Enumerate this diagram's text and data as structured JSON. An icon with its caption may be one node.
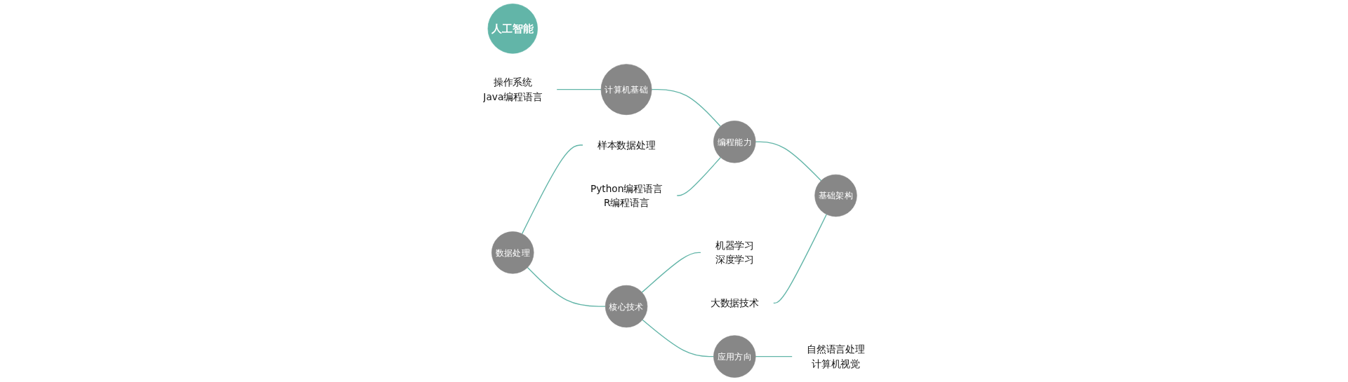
{
  "diagram": {
    "nodes": [
      {
        "text": [
          "人工智能"
        ]
      },
      {
        "text": [
          "计算机基础"
        ]
      },
      {
        "text": [
          "编程能力"
        ]
      },
      {
        "text": [
          "基础架构"
        ]
      },
      {
        "text": [
          "数据处理"
        ]
      },
      {
        "text": [
          "核心技术"
        ]
      },
      {
        "text": [
          "应用方向"
        ]
      },
      {
        "text": [
          "操作系统",
          "Java编程语言"
        ]
      },
      {
        "text": [
          "Python编程语言",
          "R编程语言"
        ]
      },
      {
        "text": [
          "大数据技术"
        ]
      },
      {
        "text": [
          "样本数据处理"
        ]
      },
      {
        "text": [
          "机器学习",
          "深度学习"
        ]
      },
      {
        "text": [
          "自然语言处理",
          "计算机视觉"
        ]
      }
    ],
    "edges": [
      {
        "from": 1,
        "to": 2,
        "arrow": "none"
      },
      {
        "from": 2,
        "to": 3,
        "arrow": "none"
      },
      {
        "from": 4,
        "to": 5,
        "arrow": "none"
      },
      {
        "from": 5,
        "to": 6,
        "arrow": "none"
      },
      {
        "from": 1,
        "to": 7,
        "arrow": "none"
      },
      {
        "from": 2,
        "to": 8,
        "arrow": "none"
      },
      {
        "from": 3,
        "to": 9,
        "arrow": "none"
      },
      {
        "from": 4,
        "to": 10,
        "arrow": "none"
      },
      {
        "from": 5,
        "to": 11,
        "arrow": "none"
      },
      {
        "from": 6,
        "to": 12,
        "arrow": "none"
      }
    ]
  }
}
